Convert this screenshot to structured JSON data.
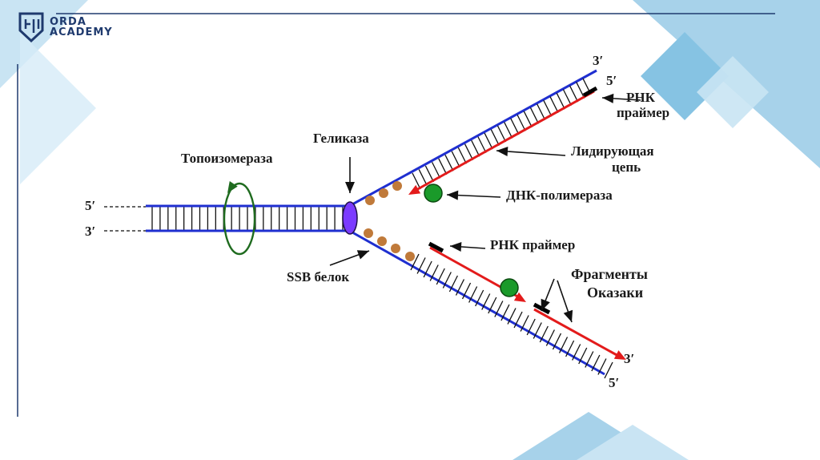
{
  "brand": {
    "line1": "ORDA",
    "line2": "ACADEMY",
    "colors": {
      "navy": "#1f3a6e",
      "decor": "#a7d2ea",
      "decor_dark": "#7cbddf"
    }
  },
  "diagram": {
    "labels": {
      "topoisomerase": "Топоизомераза",
      "helicase": "Геликаза",
      "ssb": "SSB белок",
      "rna_primer_top_1": "РНК",
      "rna_primer_top_2": "праймер",
      "leading_1": "Лидирующая",
      "leading_2": "цепь",
      "dna_polymerase": "ДНК-полимераза",
      "rna_primer_bottom": "РНК праймер",
      "okazaki_1": "Фрагменты",
      "okazaki_2": "Оказаки"
    },
    "ends": {
      "left_top": "5′",
      "left_bottom": "3′",
      "upper_outer": "3′",
      "upper_inner": "5′",
      "lower_arrow": "3′",
      "lower_outer": "5′"
    },
    "colors": {
      "strand_template": "#1f2fd0",
      "strand_new": "#e31b1b",
      "helicase": "#7b3bff",
      "ssb": "#c07a3a",
      "polymerase": "#1a9a2a",
      "topoisomerase": "#1f6b1f",
      "primer": "#000000"
    }
  }
}
